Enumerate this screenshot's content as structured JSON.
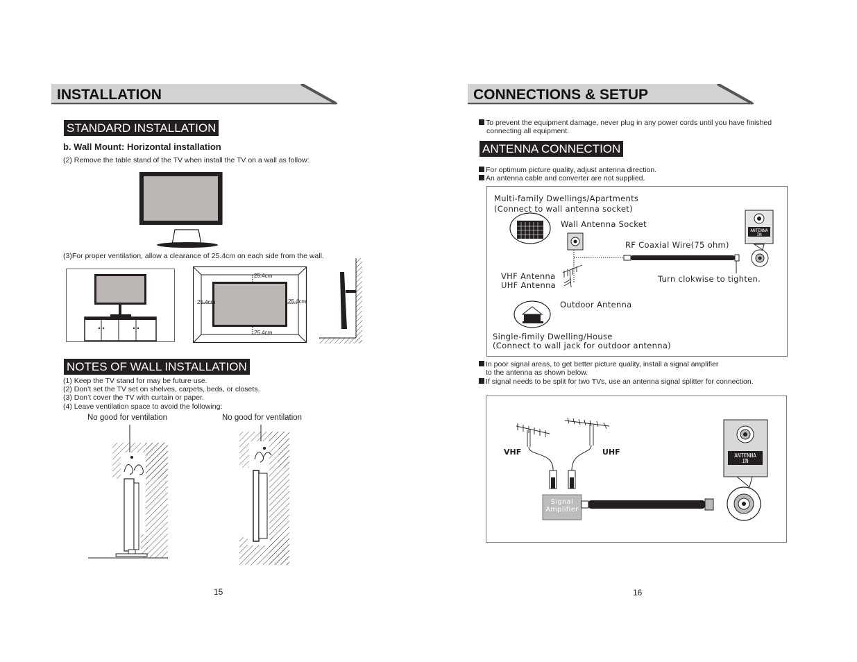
{
  "left_page": {
    "header": "INSTALLATION",
    "standard_installation": "STANDARD INSTALLATION",
    "subheading": "b. Wall Mount: Horizontal installation",
    "step2": "(2) Remove the table stand of the TV when install the TV on a wall as follow:",
    "step3": "(3)For proper ventilation, allow a clearance of 25.4cm on each side from the wall.",
    "clearance_label": "25.4cm",
    "notes_heading": "NOTES OF WALL INSTALLATION",
    "notes": [
      "(1) Keep the TV stand for may be future use.",
      "(2) Don’t set the TV set on shelves, carpets, beds, or closets.",
      "(3) Don’t cover the TV with curtain or paper.",
      "(4) Leave ventilation space to avoid the following:"
    ],
    "no_good_label": "No good for ventilation",
    "page_number": "15"
  },
  "right_page": {
    "header": "CONNECTIONS & SETUP",
    "intro_lines": [
      "To prevent the equipment damage, never plug in any power cords until you have finished",
      "connecting all equipment."
    ],
    "antenna_heading": "ANTENNA CONNECTION",
    "antenna_notes": [
      "For optimum picture quality, adjust antenna direction.",
      "An antenna cable and converter are not supplied."
    ],
    "diagram1": {
      "multi_family_1": "Multi-family Dwellings/Apartments",
      "multi_family_2": "(Connect to wall antenna socket)",
      "wall_socket": "Wall Antenna Socket",
      "rf_wire": "RF Coaxial Wire(75 ohm)",
      "vhf_antenna": "VHF Antenna",
      "uhf_antenna": "UHF Antenna",
      "turn_clockwise": "Turn clokwise to tighten.",
      "outdoor_antenna": "Outdoor Antenna",
      "single_family_1": "Single-fimily Dwelling/House",
      "single_family_2": "(Connect to wall jack for outdoor antenna)",
      "antenna_in_1": "ANTENNA",
      "antenna_in_2": "IN"
    },
    "signal_notes": [
      "In poor signal areas, to get better picture quality, install a signal amplifier",
      "to the antenna as shown below.",
      "If signal needs to be split for two TVs, use an antenna signal splitter for connection."
    ],
    "diagram2": {
      "vhf": "VHF",
      "uhf": "UHF",
      "amplifier_1": "Signal",
      "amplifier_2": "Amplifier",
      "antenna_in_1": "ANTENNA",
      "antenna_in_2": "IN"
    },
    "page_number": "16"
  }
}
